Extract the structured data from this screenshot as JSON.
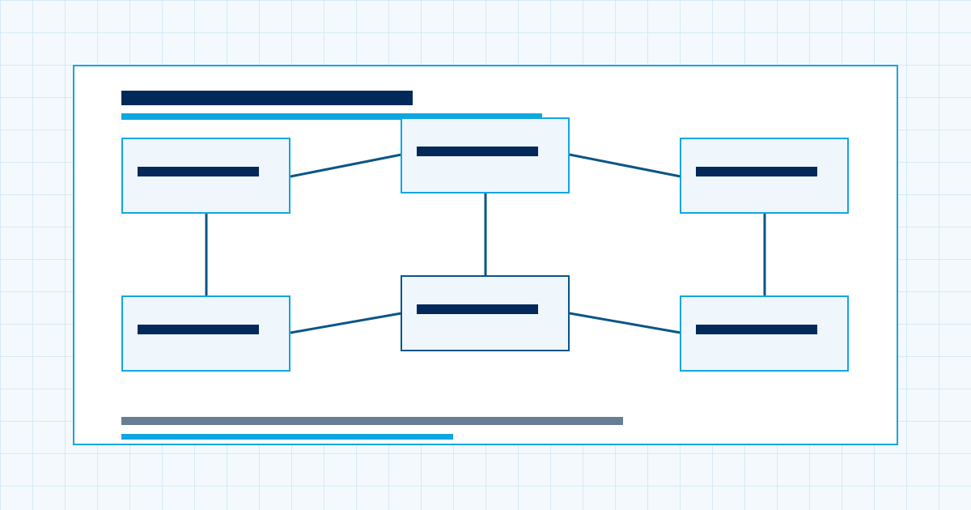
{
  "colors": {
    "title": "#03295a",
    "accent": "#0ea6e2",
    "gray": "#667e96",
    "edge": "#0a5586",
    "node_border": "#14a6de",
    "node_border_dark": "#0a5586",
    "node_fill": "#eff7fd",
    "frame_border": "#14a6de",
    "grid_line": "#d5eaf5",
    "background": "#f4f9fd"
  },
  "nodes": [
    {
      "id": "top-left",
      "style": "light"
    },
    {
      "id": "top-center",
      "style": "light"
    },
    {
      "id": "top-right",
      "style": "light"
    },
    {
      "id": "bottom-left",
      "style": "light"
    },
    {
      "id": "bottom-center",
      "style": "dark"
    },
    {
      "id": "bottom-right",
      "style": "light"
    }
  ],
  "edges": [
    {
      "from": "top-left",
      "to": "top-center"
    },
    {
      "from": "top-center",
      "to": "top-right"
    },
    {
      "from": "top-left",
      "to": "bottom-left"
    },
    {
      "from": "top-center",
      "to": "bottom-center"
    },
    {
      "from": "top-right",
      "to": "bottom-right"
    },
    {
      "from": "bottom-left",
      "to": "bottom-center"
    },
    {
      "from": "bottom-center",
      "to": "bottom-right"
    }
  ]
}
